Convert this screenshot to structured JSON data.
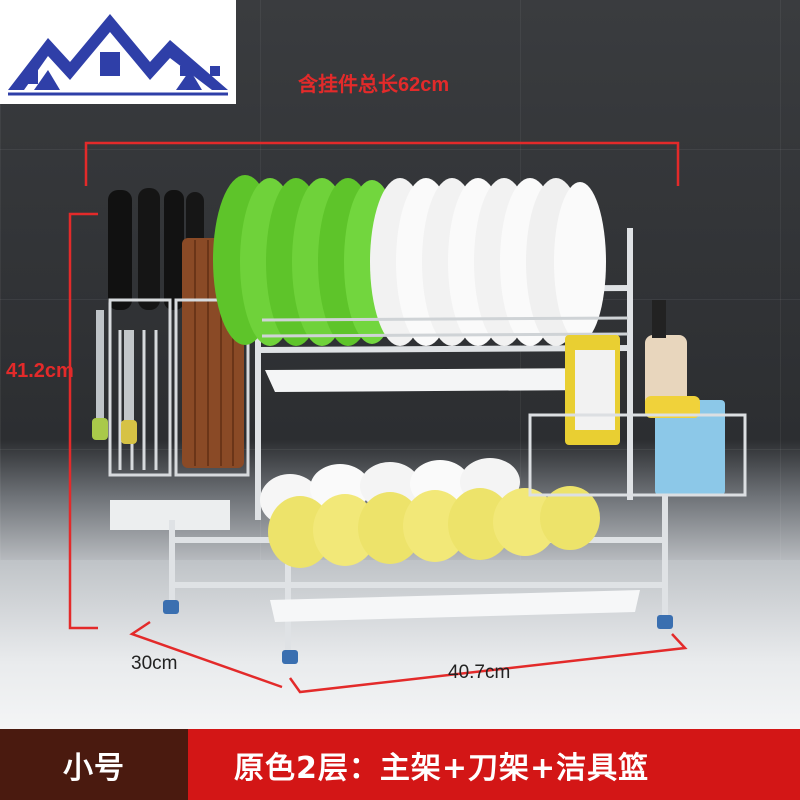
{
  "dimensions": {
    "total_length": "含挂件总长62cm",
    "height": "41.2cm",
    "depth": "30cm",
    "width": "40.7cm"
  },
  "banner": {
    "size": "小号",
    "description": "原色2层：主架+刀架+洁具篮"
  },
  "colors": {
    "dimension_red": "#e32a2a",
    "banner_dark": "#4a1a0f",
    "banner_red": "#d31616",
    "logo_blue": "#2f3fa8"
  }
}
